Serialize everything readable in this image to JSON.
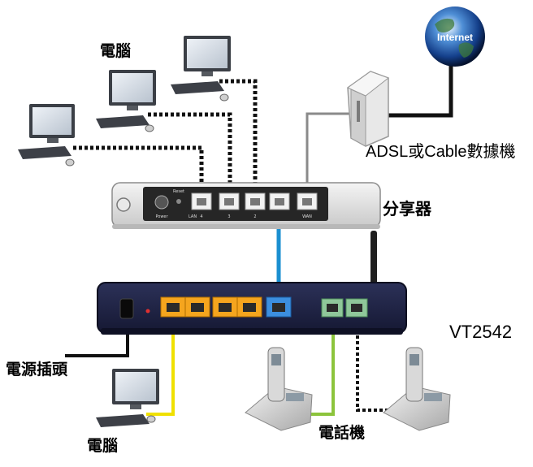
{
  "labels": {
    "pc_top": "電腦",
    "modem": "ADSL或Cable數據機",
    "router": "分享器",
    "device": "VT2542",
    "power_plug": "電源插頭",
    "pc_bottom": "電腦",
    "phones": "電話機",
    "globe": "Internet"
  },
  "router_ports": {
    "lan": "LAN",
    "p4": "4",
    "p3": "3",
    "p2": "2",
    "wan": "WAN",
    "power": "Power",
    "reset": "Reset"
  },
  "colors": {
    "lan_yellow": "#f0e000",
    "ethernet_blue": "#1a8fd0",
    "phone_green": "#8cc43c",
    "device_navy": "#1e2240",
    "port_orange": "#f5a51e",
    "port_blue": "#3c8fe0",
    "port_green": "#8fc79a"
  }
}
